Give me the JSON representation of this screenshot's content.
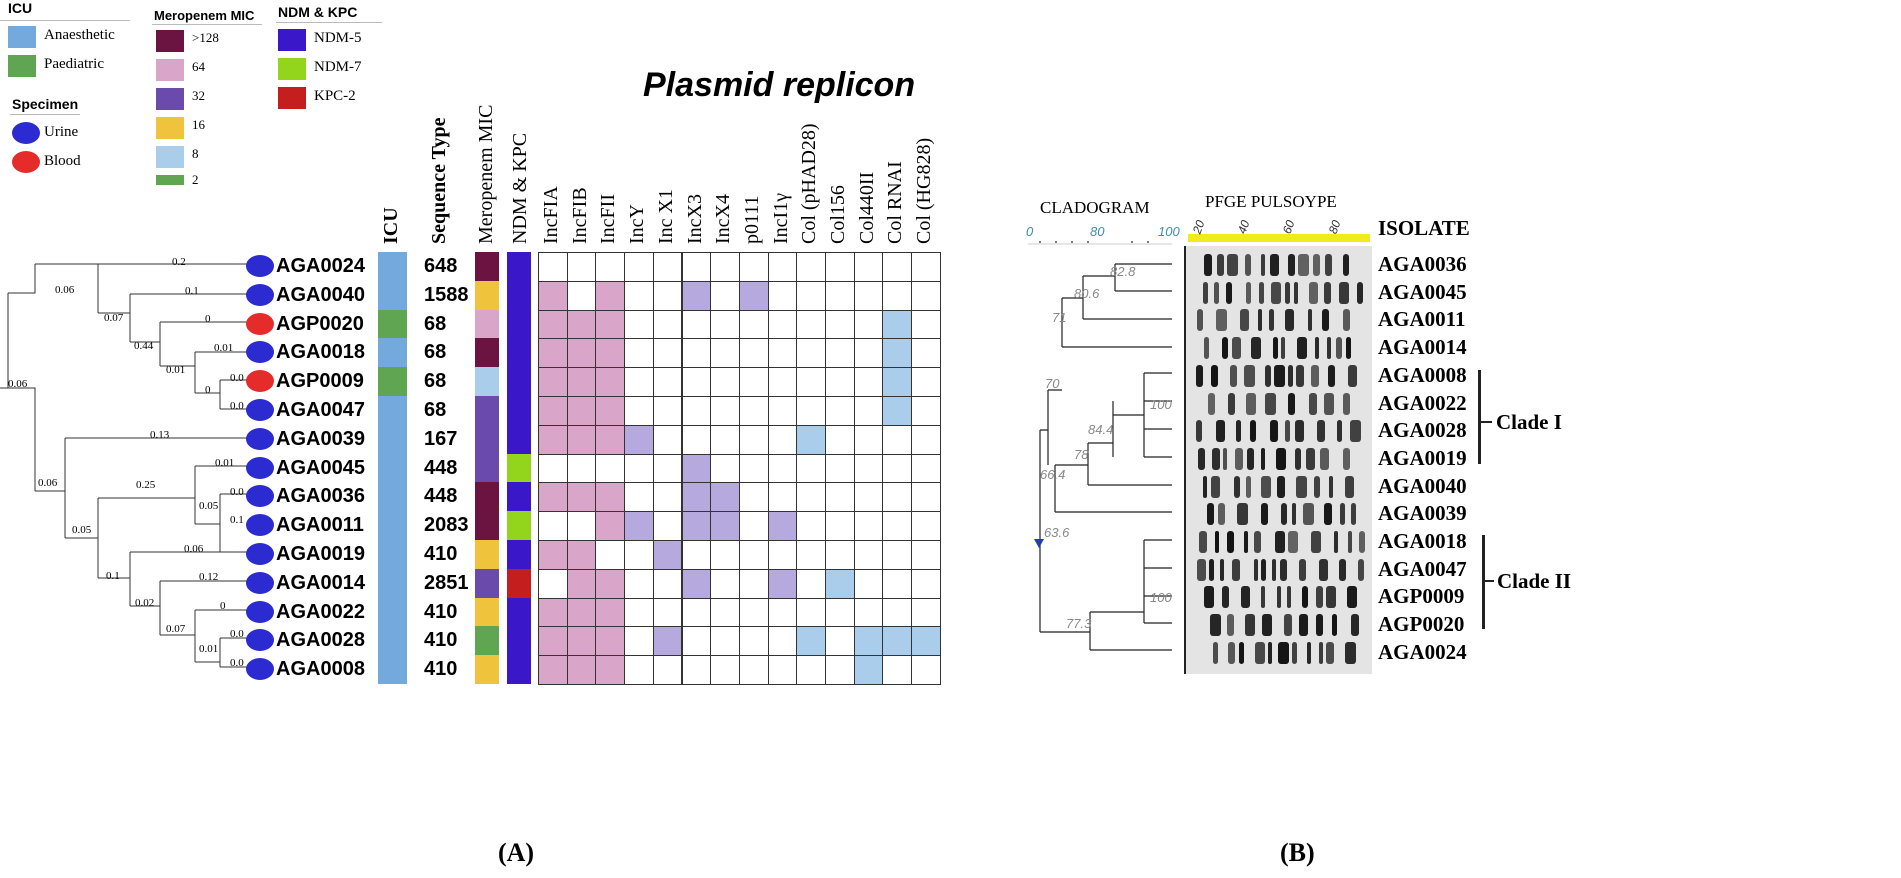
{
  "legends": {
    "icu": {
      "title": "ICU",
      "items": [
        {
          "label": "Anaesthetic",
          "color": "#74a9de"
        },
        {
          "label": "Paediatric",
          "color": "#5fa552"
        }
      ]
    },
    "specimen": {
      "title": "Specimen",
      "items": [
        {
          "label": "Urine",
          "color": "#2b2bd1"
        },
        {
          "label": "Blood",
          "color": "#e62b2b"
        }
      ]
    },
    "mic": {
      "title": "Meropenem MIC",
      "items": [
        {
          "label": ">128",
          "color": "#6b1442"
        },
        {
          "label": "64",
          "color": "#d9a6c9"
        },
        {
          "label": "32",
          "color": "#6a4aab"
        },
        {
          "label": "16",
          "color": "#f0c33d"
        },
        {
          "label": "8",
          "color": "#a9cdea"
        },
        {
          "label": "2",
          "color": "#5fa552"
        }
      ]
    },
    "ndm": {
      "title": "NDM & KPC",
      "items": [
        {
          "label": "NDM-5",
          "color": "#3a17c9"
        },
        {
          "label": "NDM-7",
          "color": "#93d41c"
        },
        {
          "label": "KPC-2",
          "color": "#c41e1e"
        }
      ]
    }
  },
  "panel_a": {
    "plasmid_title": "Plasmid replicon",
    "column_headers": {
      "icu": "ICU",
      "sequence_type": "Sequence Type",
      "mic": "Meropenem MIC",
      "ndm": "NDM & KPC"
    },
    "replicons": [
      "IncFIA",
      "IncFIB",
      "IncFII",
      "IncY",
      "Inc X1",
      "IncX3",
      "IncX4",
      "p0111",
      "IncI1γ",
      "Col (pHAD28)",
      "Col156",
      "Col440II",
      "Col RNAI",
      "Col (HG828)"
    ],
    "replicon_colors": {
      "pink": "#d9a6c9",
      "purple": "#b6a9dd",
      "blue": "#a9cdea",
      "empty": "#ffffff"
    },
    "rows": [
      {
        "isolate": "AGA0024",
        "specimen": "Urine",
        "icu": "Anaesthetic",
        "st": "648",
        "mic": ">128",
        "ndm": "NDM-5",
        "cells": [
          "",
          "",
          "",
          "",
          "",
          "",
          "",
          "",
          "",
          "",
          "",
          "",
          "",
          ""
        ]
      },
      {
        "isolate": "AGA0040",
        "specimen": "Urine",
        "icu": "Anaesthetic",
        "st": "1588",
        "mic": "16",
        "ndm": "NDM-5",
        "cells": [
          "pink",
          "",
          "pink",
          "",
          "",
          "purple",
          "",
          "purple",
          "",
          "",
          "",
          "",
          "",
          ""
        ]
      },
      {
        "isolate": "AGP0020",
        "specimen": "Blood",
        "icu": "Paediatric",
        "st": "68",
        "mic": "64",
        "ndm": "NDM-5",
        "cells": [
          "pink",
          "pink",
          "pink",
          "",
          "",
          "",
          "",
          "",
          "",
          "",
          "",
          "",
          "blue",
          ""
        ]
      },
      {
        "isolate": "AGA0018",
        "specimen": "Urine",
        "icu": "Anaesthetic",
        "st": "68",
        "mic": ">128",
        "ndm": "NDM-5",
        "cells": [
          "pink",
          "pink",
          "pink",
          "",
          "",
          "",
          "",
          "",
          "",
          "",
          "",
          "",
          "blue",
          ""
        ]
      },
      {
        "isolate": "AGP0009",
        "specimen": "Blood",
        "icu": "Paediatric",
        "st": "68",
        "mic": "8",
        "ndm": "NDM-5",
        "cells": [
          "pink",
          "pink",
          "pink",
          "",
          "",
          "",
          "",
          "",
          "",
          "",
          "",
          "",
          "blue",
          ""
        ]
      },
      {
        "isolate": "AGA0047",
        "specimen": "Urine",
        "icu": "Anaesthetic",
        "st": "68",
        "mic": "32",
        "ndm": "NDM-5",
        "cells": [
          "pink",
          "pink",
          "pink",
          "",
          "",
          "",
          "",
          "",
          "",
          "",
          "",
          "",
          "blue",
          ""
        ]
      },
      {
        "isolate": "AGA0039",
        "specimen": "Urine",
        "icu": "Anaesthetic",
        "st": "167",
        "mic": "32",
        "ndm": "NDM-5",
        "cells": [
          "pink",
          "pink",
          "pink",
          "purple",
          "",
          "",
          "",
          "",
          "",
          "blue",
          "",
          "",
          "",
          ""
        ]
      },
      {
        "isolate": "AGA0045",
        "specimen": "Urine",
        "icu": "Anaesthetic",
        "st": "448",
        "mic": "32",
        "ndm": "NDM-7",
        "cells": [
          "",
          "",
          "",
          "",
          "",
          "purple",
          "",
          "",
          "",
          "",
          "",
          "",
          "",
          ""
        ]
      },
      {
        "isolate": "AGA0036",
        "specimen": "Urine",
        "icu": "Anaesthetic",
        "st": "448",
        "mic": ">128",
        "ndm": "NDM-5",
        "cells": [
          "pink",
          "pink",
          "pink",
          "",
          "",
          "purple",
          "purple",
          "",
          "",
          "",
          "",
          "",
          "",
          ""
        ]
      },
      {
        "isolate": "AGA0011",
        "specimen": "Urine",
        "icu": "Anaesthetic",
        "st": "2083",
        "mic": ">128",
        "ndm": "NDM-7",
        "cells": [
          "",
          "",
          "pink",
          "purple",
          "",
          "purple",
          "purple",
          "",
          "purple",
          "",
          "",
          "",
          "",
          ""
        ]
      },
      {
        "isolate": "AGA0019",
        "specimen": "Urine",
        "icu": "Anaesthetic",
        "st": "410",
        "mic": "16",
        "ndm": "NDM-5",
        "cells": [
          "pink",
          "pink",
          "",
          "",
          "purple",
          "",
          "",
          "",
          "",
          "",
          "",
          "",
          "",
          ""
        ]
      },
      {
        "isolate": "AGA0014",
        "specimen": "Urine",
        "icu": "Anaesthetic",
        "st": "2851",
        "mic": "32",
        "ndm": "KPC-2",
        "cells": [
          "",
          "pink",
          "pink",
          "",
          "",
          "purple",
          "",
          "",
          "purple",
          "",
          "blue",
          "",
          "",
          ""
        ]
      },
      {
        "isolate": "AGA0022",
        "specimen": "Urine",
        "icu": "Anaesthetic",
        "st": "410",
        "mic": "16",
        "ndm": "NDM-5",
        "cells": [
          "pink",
          "pink",
          "pink",
          "",
          "",
          "",
          "",
          "",
          "",
          "",
          "",
          "",
          "",
          ""
        ]
      },
      {
        "isolate": "AGA0028",
        "specimen": "Urine",
        "icu": "Anaesthetic",
        "st": "410",
        "mic": "2",
        "ndm": "NDM-5",
        "cells": [
          "pink",
          "pink",
          "pink",
          "",
          "purple",
          "",
          "",
          "",
          "",
          "blue",
          "",
          "blue",
          "blue",
          "blue"
        ]
      },
      {
        "isolate": "AGA0008",
        "specimen": "Urine",
        "icu": "Anaesthetic",
        "st": "410",
        "mic": "16",
        "ndm": "NDM-5",
        "cells": [
          "pink",
          "pink",
          "pink",
          "",
          "",
          "",
          "",
          "",
          "",
          "",
          "",
          "blue",
          "",
          ""
        ]
      }
    ],
    "branch_labels": [
      "0.2",
      "0.06",
      "0.1",
      "0.07",
      "0",
      "0.44",
      "0.01",
      "0.06",
      "0.01",
      "0",
      "0.0",
      "0.0",
      "0.13",
      "0.01",
      "0.06",
      "0.25",
      "0.0",
      "0.05",
      "0.1",
      "0.05",
      "0.06",
      "0.1",
      "0.12",
      "0.02",
      "0",
      "0.07",
      "0.0",
      "0.01",
      "0.0"
    ],
    "panel_label": "(A)"
  },
  "panel_b": {
    "cladogram_label": "CLADOGRAM",
    "pfge_label": "PFGE PULSOYPE",
    "isolate_header": "ISOLATE",
    "scale_ticks": [
      "0",
      "80",
      "100"
    ],
    "pfge_ticks": [
      "20",
      "40",
      "60",
      "80"
    ],
    "node_values": [
      "82.8",
      "80.6",
      "71",
      "70",
      "100",
      "84.4",
      "78",
      "66.4",
      "63.6",
      "100",
      "77.3"
    ],
    "isolates": [
      "AGA0036",
      "AGA0045",
      "AGA0011",
      "AGA0014",
      "AGA0008",
      "AGA0022",
      "AGA0028",
      "AGA0019",
      "AGA0040",
      "AGA0039",
      "AGA0018",
      "AGA0047",
      "AGP0009",
      "AGP0020",
      "AGA0024"
    ],
    "clades": [
      {
        "label": "Clade I"
      },
      {
        "label": "Clade II"
      }
    ],
    "panel_label": "(B)"
  }
}
